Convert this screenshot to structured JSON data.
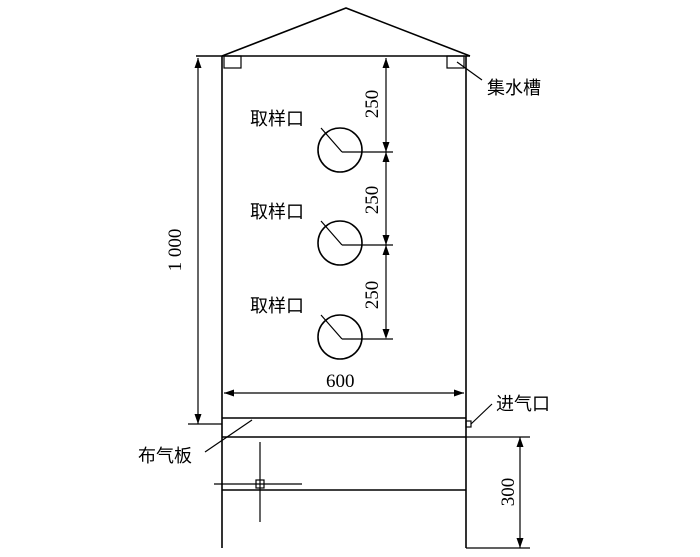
{
  "labels": {
    "collector": "集水槽",
    "sample_port_1": "取样口",
    "sample_port_2": "取样口",
    "sample_port_3": "取样口",
    "gas_inlet": "进气口",
    "distributor": "布气板"
  },
  "dimensions": {
    "total_height": "1 000",
    "width": "600",
    "port_spacing_1": "250",
    "port_spacing_2": "250",
    "port_spacing_3": "250",
    "bottom_height": "300"
  }
}
